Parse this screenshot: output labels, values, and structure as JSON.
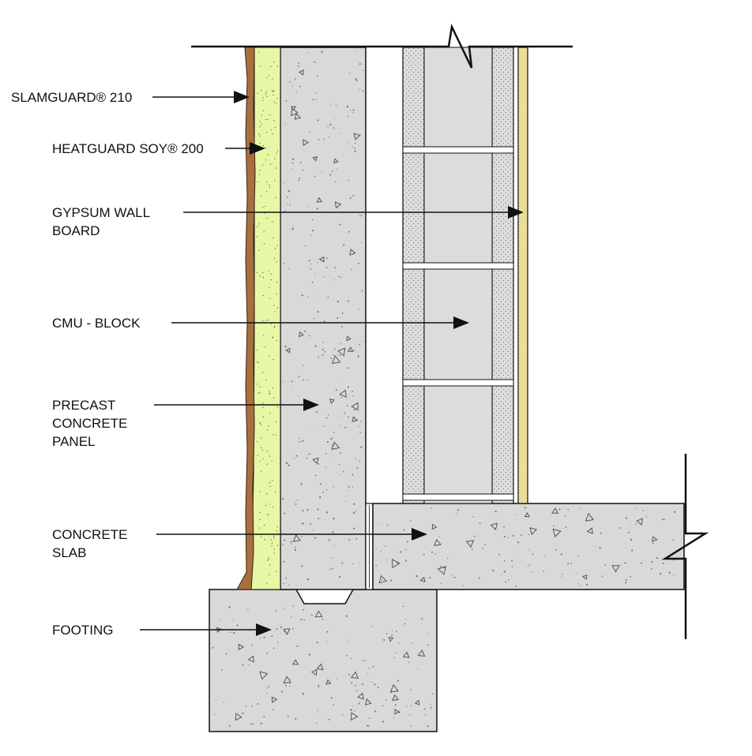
{
  "colors": {
    "concrete": "#d9d9d9",
    "outline": "#111111",
    "membrane": "#a8703f",
    "insulation": "#e6f7a6",
    "gypsum": "#f3e7a2",
    "speckle": "#6e6e6e",
    "cmu_face": "#dcdcdc"
  },
  "labels": {
    "slamguard": "SLAMGUARD® 210",
    "heatguard": "HEATGUARD SOY® 200",
    "gypsum_line1": "GYPSUM WALL",
    "gypsum_line2": "BOARD",
    "cmu": "CMU - BLOCK",
    "precast_line1": "PRECAST",
    "precast_line2": "CONCRETE",
    "precast_line3": "PANEL",
    "slab_line1": "CONCRETE",
    "slab_line2": "SLAB",
    "footing": "FOOTING"
  }
}
